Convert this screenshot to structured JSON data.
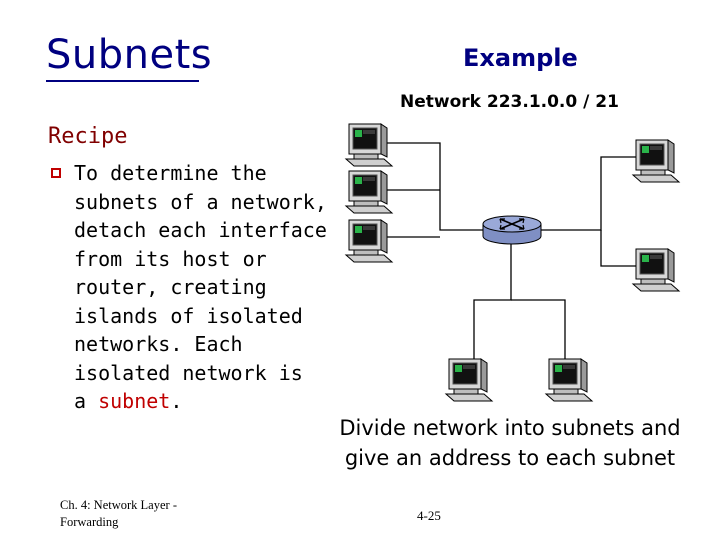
{
  "slide": {
    "title": "Subnets",
    "example_heading": "Example",
    "network_label": "Network 223.1.0.0 / 21",
    "recipe_heading": "Recipe",
    "recipe_lines": [
      "To determine the",
      "subnets of a network,",
      "detach each interface",
      "from its host or",
      "router, creating",
      "islands of isolated",
      "networks. Each",
      "isolated network is"
    ],
    "recipe_last_prefix": "a ",
    "recipe_last_keyword": "subnet",
    "recipe_last_suffix": ".",
    "caption_line1": "Divide network into subnets and",
    "caption_line2": "give an address to each subnet",
    "footer_line1": "Ch. 4: Network Layer -",
    "footer_line2": "Forwarding",
    "page_number": "4-25"
  },
  "colors": {
    "title": "#000080",
    "recipe_heading": "#800000",
    "keyword": "#c00000",
    "router": "#9aa9d8"
  },
  "diagram": {
    "hosts": [
      "host-icon-1",
      "host-icon-2",
      "host-icon-3",
      "host-icon-4",
      "host-icon-5",
      "host-icon-6",
      "host-icon-7"
    ],
    "router": "router-icon"
  }
}
